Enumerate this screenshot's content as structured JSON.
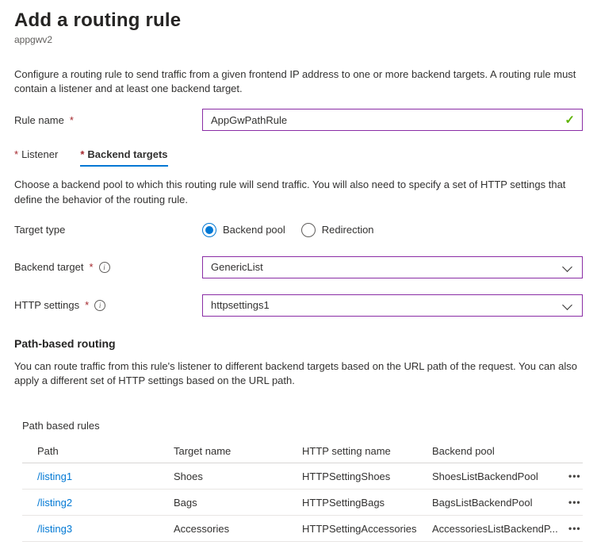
{
  "header": {
    "title": "Add a routing rule",
    "subtitle": "appgwv2",
    "intro": "Configure a routing rule to send traffic from a given frontend IP address to one or more backend targets. A routing rule must contain a listener and at least one backend target."
  },
  "rule_name": {
    "label": "Rule name",
    "required_marker": "*",
    "value": "AppGwPathRule"
  },
  "tabs": [
    {
      "required_marker": "*",
      "label": "Listener",
      "active": false
    },
    {
      "required_marker": "*",
      "label": "Backend targets",
      "active": true
    }
  ],
  "backend_targets": {
    "description": "Choose a backend pool to which this routing rule will send traffic. You will also need to specify a set of HTTP settings that define the behavior of the routing rule.",
    "target_type": {
      "label": "Target type",
      "options": [
        {
          "label": "Backend pool",
          "selected": true
        },
        {
          "label": "Redirection",
          "selected": false
        }
      ]
    },
    "backend_target": {
      "label": "Backend target",
      "required_marker": "*",
      "value": "GenericList"
    },
    "http_settings": {
      "label": "HTTP settings",
      "required_marker": "*",
      "value": "httpsettings1"
    }
  },
  "path_based_routing": {
    "heading": "Path-based routing",
    "description": "You can route traffic from this rule's listener to different backend targets based on the URL path of the request. You can also apply a different set of HTTP settings based on the URL path.",
    "table": {
      "label": "Path based rules",
      "columns": [
        "Path",
        "Target name",
        "HTTP setting name",
        "Backend pool"
      ],
      "rows": [
        {
          "path": "/listing1",
          "target_name": "Shoes",
          "http_setting_name": "HTTPSettingShoes",
          "backend_pool": "ShoesListBackendPool"
        },
        {
          "path": "/listing2",
          "target_name": "Bags",
          "http_setting_name": "HTTPSettingBags",
          "backend_pool": "BagsListBackendPool"
        },
        {
          "path": "/listing3",
          "target_name": "Accessories",
          "http_setting_name": "HTTPSettingAccessories",
          "backend_pool": "AccessoriesListBackendP..."
        }
      ]
    }
  },
  "icons": {
    "checkmark": "✓",
    "info": "i",
    "more_options": "•••"
  },
  "colors": {
    "accent_blue": "#0078d4",
    "valid_green": "#5db300",
    "modified_field_purple": "#8a2da5",
    "required_red": "#a4262c",
    "link_blue": "#0078d4"
  }
}
